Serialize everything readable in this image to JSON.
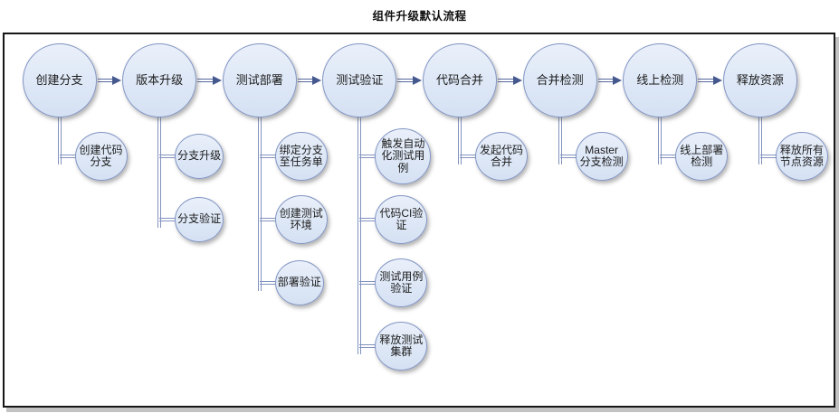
{
  "title": "组件升级默认流程",
  "colors": {
    "node_fill": "#dde7f6",
    "node_border": "#8295c4",
    "connector_line": "#8192be",
    "arrow": "#46598f",
    "frame_border": "#161616",
    "text": "#1b1b1b",
    "background": "#ffffff"
  },
  "flow": {
    "direction": "left-to-right",
    "stages": [
      {
        "label": "创建分支",
        "substeps": [
          {
            "label": "创建代码\n分支"
          }
        ]
      },
      {
        "label": "版本升级",
        "substeps": [
          {
            "label": "分支升级"
          },
          {
            "label": "分支验证"
          }
        ]
      },
      {
        "label": "测试部署",
        "substeps": [
          {
            "label": "绑定分支\n至任务单"
          },
          {
            "label": "创建测试\n环境"
          },
          {
            "label": "部署验证"
          }
        ]
      },
      {
        "label": "测试验证",
        "substeps": [
          {
            "label": "触发自动\n化测试用\n例"
          },
          {
            "label": "代码CI验\n证"
          },
          {
            "label": "测试用例\n验证"
          },
          {
            "label": "释放测试\n集群"
          }
        ]
      },
      {
        "label": "代码合并",
        "substeps": [
          {
            "label": "发起代码\n合并"
          }
        ]
      },
      {
        "label": "合并检测",
        "substeps": [
          {
            "label": "Master\n分支检测"
          }
        ]
      },
      {
        "label": "线上检测",
        "substeps": [
          {
            "label": "线上部署\n检测"
          }
        ]
      },
      {
        "label": "释放资源",
        "substeps": [
          {
            "label": "释放所有\n节点资源"
          }
        ]
      }
    ]
  }
}
